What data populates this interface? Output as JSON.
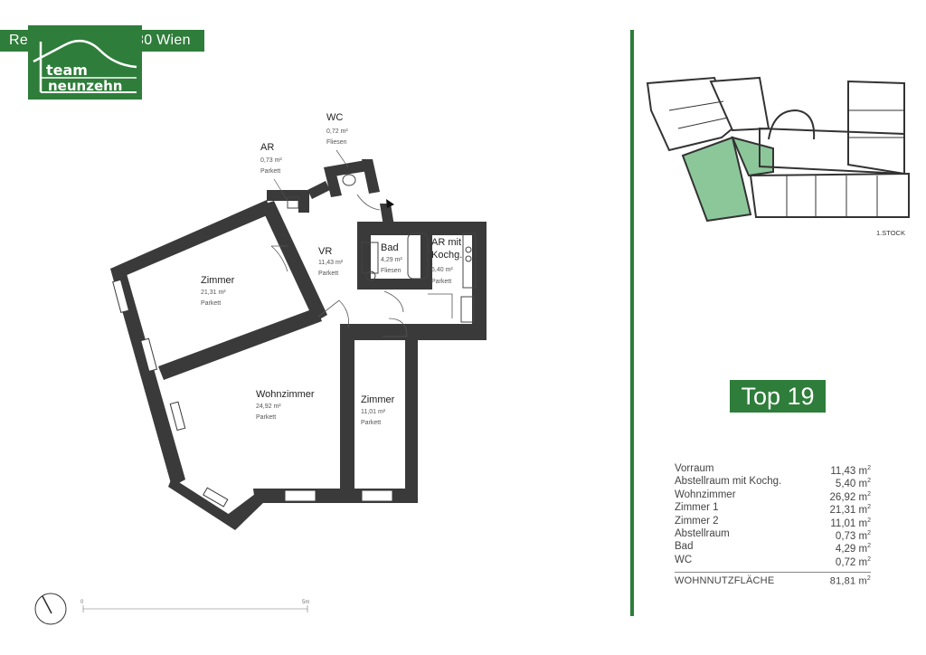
{
  "header": {
    "address_left": "Re",
    "address_right": "30 Wien"
  },
  "logo": {
    "line1": "team",
    "line2": "neunzehn"
  },
  "rooms": {
    "wc": {
      "name": "WC",
      "area": "0,72 m²",
      "floor": "Fliesen"
    },
    "ar": {
      "name": "AR",
      "area": "0,73 m²",
      "floor": "Parkett"
    },
    "vr": {
      "name": "VR",
      "area": "11,43 m²",
      "floor": "Parkett"
    },
    "bad": {
      "name": "Bad",
      "area": "4,29 m²",
      "floor": "Fliesen"
    },
    "ar_kochg": {
      "name1": "AR mit",
      "name2": "Kochg.",
      "area": "5,40 m²",
      "floor": "Parkett"
    },
    "zimmer1": {
      "name": "Zimmer",
      "area": "21,31 m²",
      "floor": "Parkett"
    },
    "wohnzimmer": {
      "name": "Wohnzimmer",
      "area": "24,92 m²",
      "floor": "Parkett"
    },
    "zimmer2": {
      "name": "Zimmer",
      "area": "11,01 m²",
      "floor": "Parkett"
    }
  },
  "scale": {
    "start": "0",
    "end": "5m"
  },
  "keyplan": {
    "floor_label": "1.STOCK"
  },
  "unit": {
    "label": "Top 19"
  },
  "areas": [
    {
      "name": "Vorraum",
      "value": "11,43 m"
    },
    {
      "name": "Abstellraum mit Kochg.",
      "value": "5,40 m"
    },
    {
      "name": "Wohnzimmer",
      "value": "26,92 m"
    },
    {
      "name": "Zimmer 1",
      "value": "21,31 m"
    },
    {
      "name": "Zimmer 2",
      "value": "11,01 m"
    },
    {
      "name": "Abstellraum",
      "value": "0,73 m"
    },
    {
      "name": "Bad",
      "value": "4,29 m"
    },
    {
      "name": "WC",
      "value": "0,72 m"
    }
  ],
  "area_unit_sup": "2",
  "total": {
    "name": "WOHNNUTZFLÄCHE",
    "value": "81,81 m"
  },
  "colors": {
    "brand_green": "#2e7d3a",
    "wall": "#3a3a3a",
    "highlight": "#8cc79a"
  }
}
